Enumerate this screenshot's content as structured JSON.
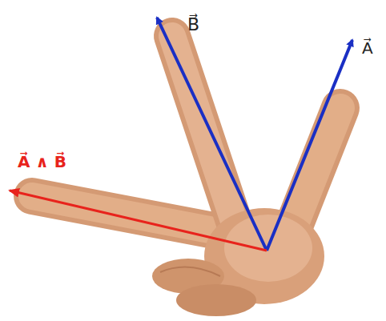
{
  "diagram": {
    "labels": [
      "B⃗",
      "A⃗",
      "A⃗ ∧ B⃗"
    ]
  }
}
